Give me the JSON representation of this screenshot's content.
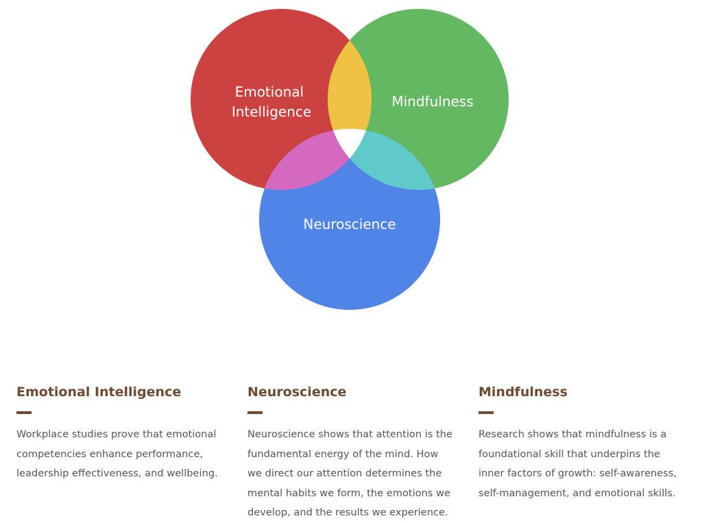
{
  "diagram": {
    "circles": [
      {
        "id": "emotional",
        "lines": [
          "Emotional",
          "Intelligence"
        ],
        "color": "#cc4240"
      },
      {
        "id": "mindfulness",
        "lines": [
          "Mindfulness"
        ],
        "color": "#65b862"
      },
      {
        "id": "neuroscience",
        "lines": [
          "Neuroscience"
        ],
        "color": "#5084e6"
      }
    ],
    "overlaps": {
      "emotional_mindfulness": "#efc243",
      "emotional_neuroscience": "#d469bf",
      "mindfulness_neuroscience": "#5fcac9",
      "center": "#ffffff"
    }
  },
  "columns": [
    {
      "title": "Emotional Intelligence",
      "text": "Workplace studies prove that emotional competencies enhance performance, leadership effectiveness, and wellbeing."
    },
    {
      "title": "Neuroscience",
      "text": "Neuroscience shows that attention is the fundamental energy of the mind. How we direct our attention determines the mental habits we form, the emotions we develop, and the results we experience."
    },
    {
      "title": "Mindfulness",
      "text": "Research shows that mindfulness is a foundational skill that underpins the inner factors of growth: self-awareness, self-management, and emotional skills."
    }
  ],
  "colors": {
    "heading": "#6e4a30",
    "body_text": "#555555"
  }
}
